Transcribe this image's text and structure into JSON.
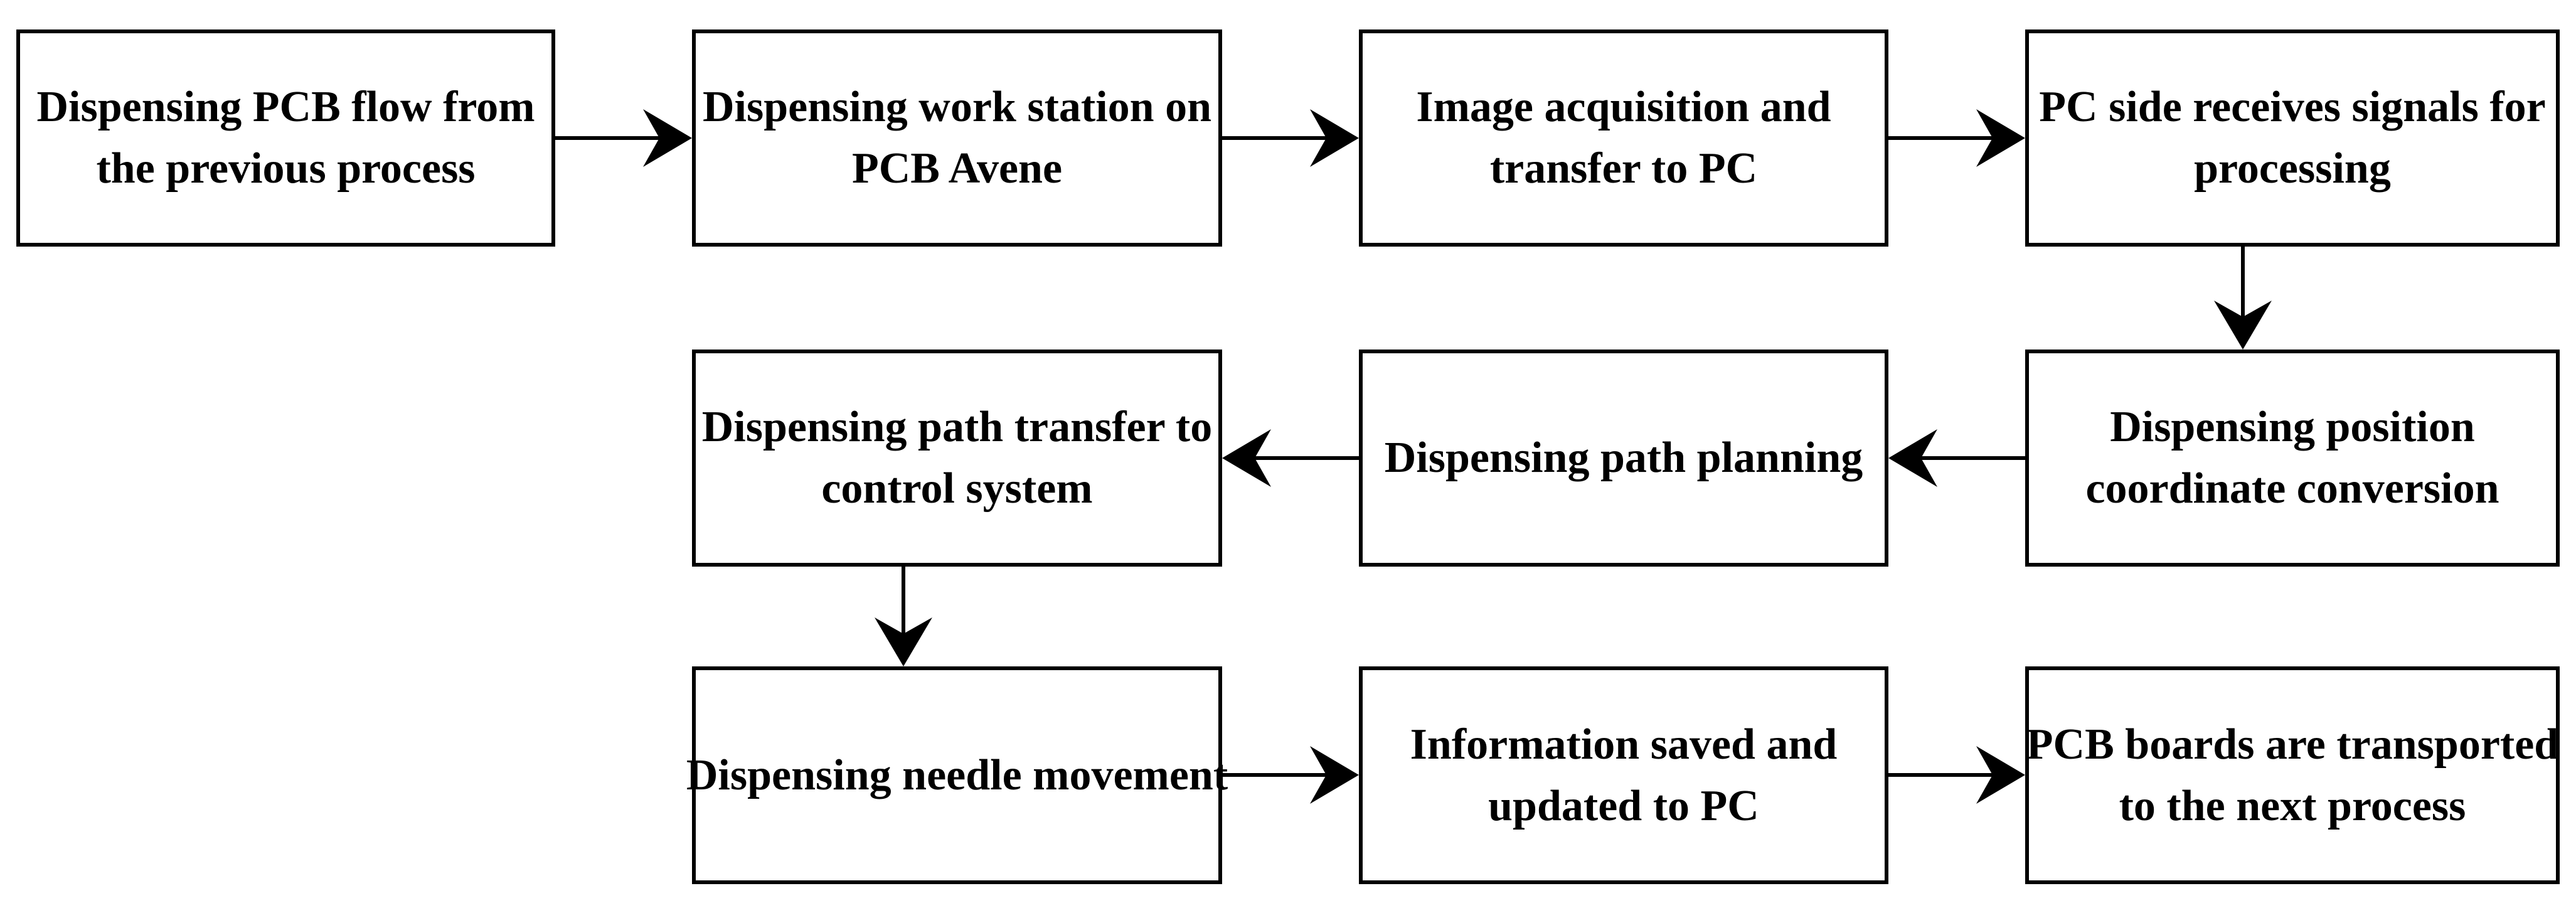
{
  "diagram": {
    "type": "flowchart",
    "colors": {
      "background": "#ffffff",
      "box_fill": "#ffffff",
      "box_border": "#000000",
      "text": "#000000",
      "arrow": "#000000"
    },
    "nodes": [
      {
        "id": "step1",
        "label": "Dispensing PCB flow from\nthe previous process"
      },
      {
        "id": "step2",
        "label": "Dispensing work station on\nPCB Avene"
      },
      {
        "id": "step3",
        "label": "Image acquisition and\ntransfer to PC"
      },
      {
        "id": "step4",
        "label": "PC side receives signals for\nprocessing"
      },
      {
        "id": "step5",
        "label": "Dispensing position\ncoordinate conversion"
      },
      {
        "id": "step6",
        "label": "Dispensing path planning"
      },
      {
        "id": "step7",
        "label": "Dispensing path transfer to\ncontrol system"
      },
      {
        "id": "step8",
        "label": "Dispensing needle movement"
      },
      {
        "id": "step9",
        "label": "Information saved and\nupdated to PC"
      },
      {
        "id": "step10",
        "label": "PCB boards are transported\nto the next process"
      }
    ],
    "edges": [
      {
        "from": "step1",
        "to": "step2",
        "direction": "right"
      },
      {
        "from": "step2",
        "to": "step3",
        "direction": "right"
      },
      {
        "from": "step3",
        "to": "step4",
        "direction": "right"
      },
      {
        "from": "step4",
        "to": "step5",
        "direction": "down"
      },
      {
        "from": "step5",
        "to": "step6",
        "direction": "left"
      },
      {
        "from": "step6",
        "to": "step7",
        "direction": "left"
      },
      {
        "from": "step7",
        "to": "step8",
        "direction": "down"
      },
      {
        "from": "step8",
        "to": "step9",
        "direction": "right"
      },
      {
        "from": "step9",
        "to": "step10",
        "direction": "right"
      }
    ]
  }
}
